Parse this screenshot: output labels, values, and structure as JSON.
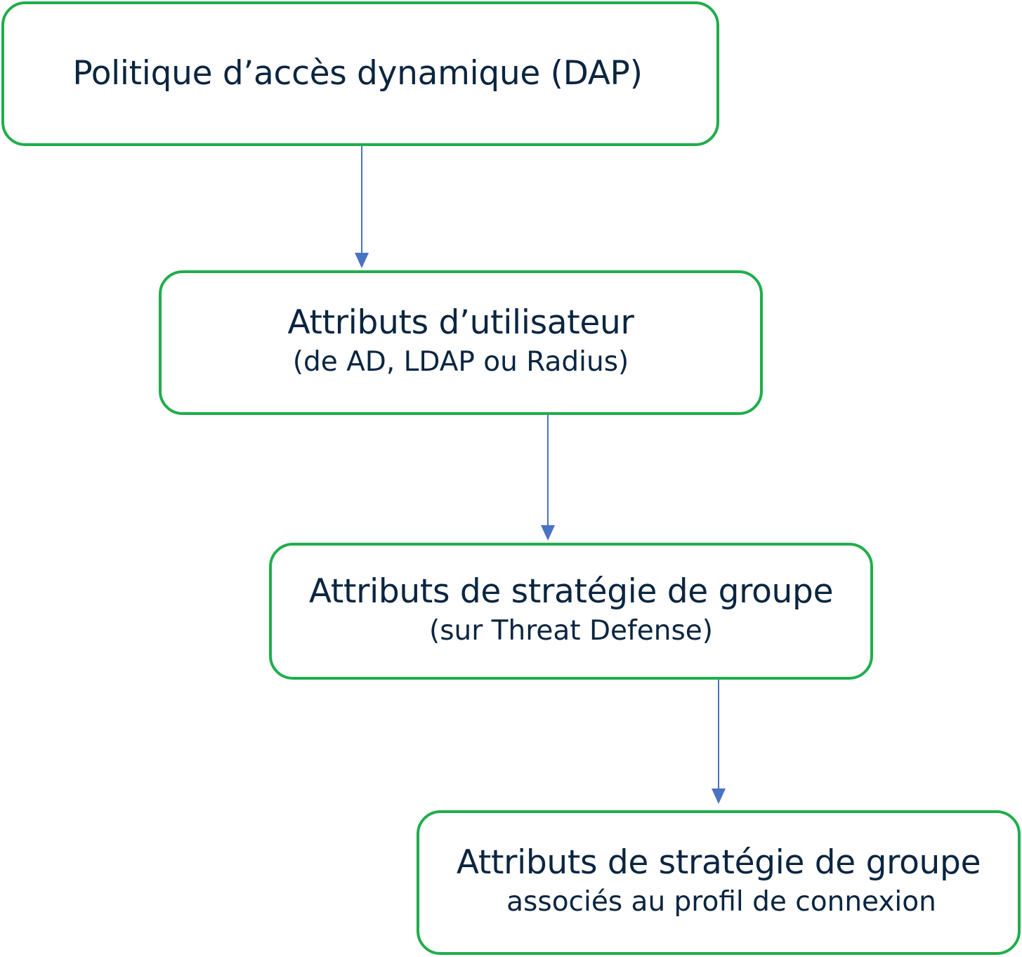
{
  "diagram": {
    "nodes": [
      {
        "id": "dap",
        "title": "Politique d’accès dynamique (DAP)",
        "subtitle": ""
      },
      {
        "id": "user",
        "title": "Attributs d’utilisateur",
        "subtitle": "(de AD, LDAP ou Radius)"
      },
      {
        "id": "group",
        "title": "Attributs de stratégie de groupe",
        "subtitle": "(sur Threat Defense)"
      },
      {
        "id": "profile",
        "title": "Attributs de stratégie de groupe",
        "subtitle": "associés au profil de connexion"
      }
    ],
    "edges": [
      {
        "from": "dap",
        "to": "user"
      },
      {
        "from": "user",
        "to": "group"
      },
      {
        "from": "group",
        "to": "profile"
      }
    ],
    "colors": {
      "box_border": "#1fae4b",
      "arrow": "#4a72c4",
      "text": "#0a2540"
    }
  }
}
